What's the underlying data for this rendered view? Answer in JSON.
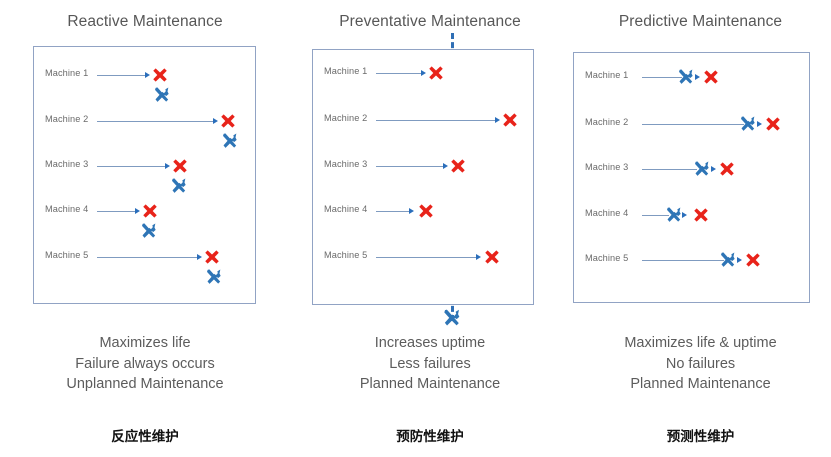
{
  "diagram": {
    "colors": {
      "failure_red": "#e8231a",
      "tool_blue": "#2e75b6",
      "line_blue": "#7f9bc0",
      "box_border": "#91a3c4",
      "title_gray": "#575757",
      "caption_gray": "#5c5c5c",
      "zh_black": "#111111",
      "background": "#ffffff"
    },
    "icons": {
      "failure": "red-x-failure-icon",
      "maintenance": "blue-crossed-tools-icon",
      "arrow": "right-arrow-head-icon",
      "threshold": "dashed-threshold-line"
    },
    "panels": [
      {
        "id": "reactive",
        "title": "Reactive Maintenance",
        "caption_lines": [
          "Maximizes life",
          "Failure always occurs",
          "Unplanned Maintenance"
        ],
        "caption_zh": "反应性维护",
        "has_threshold_line": false,
        "rows": [
          {
            "label": "Machine 1",
            "line_end_pct": 48,
            "failure_pct": 55,
            "tool_pct": 55,
            "tool_after_failure": false
          },
          {
            "label": "Machine 2",
            "line_end_pct": 83,
            "failure_pct": 88,
            "tool_pct": 88,
            "tool_after_failure": false
          },
          {
            "label": "Machine 3",
            "line_end_pct": 60,
            "failure_pct": 67,
            "tool_pct": 65,
            "tool_after_failure": false
          },
          {
            "label": "Machine 4",
            "line_end_pct": 42,
            "failure_pct": 50,
            "tool_pct": 48,
            "tool_after_failure": false
          },
          {
            "label": "Machine 5",
            "line_end_pct": 72,
            "failure_pct": 80,
            "tool_pct": 80,
            "tool_after_failure": false
          }
        ]
      },
      {
        "id": "preventative",
        "title": "Preventative Maintenance",
        "caption_lines": [
          "Increases uptime",
          "Less failures",
          "Planned Maintenance"
        ],
        "caption_zh": "预防性维护",
        "has_threshold_line": true,
        "threshold_pct": 70,
        "rows": [
          {
            "label": "Machine 1",
            "line_end_pct": 48,
            "failure_pct": 56
          },
          {
            "label": "Machine 2",
            "line_end_pct": 80,
            "failure_pct": 88
          },
          {
            "label": "Machine 3",
            "line_end_pct": 69,
            "failure_pct": 76
          },
          {
            "label": "Machine 4",
            "line_end_pct": 38,
            "failure_pct": 46
          },
          {
            "label": "Machine 5",
            "line_end_pct": 72,
            "failure_pct": 80
          }
        ]
      },
      {
        "id": "predictive",
        "title": "Predictive Maintenance",
        "caption_lines": [
          "Maximizes life & uptime",
          "No failures",
          "Planned Maintenance"
        ],
        "caption_zh": "预测性维护",
        "has_threshold_line": false,
        "rows": [
          {
            "label": "Machine 1",
            "line_end_pct": 47,
            "tool_pct": 50,
            "failure_pct": 63,
            "tool_after_failure": true
          },
          {
            "label": "Machine 2",
            "line_end_pct": 76,
            "tool_pct": 79,
            "failure_pct": 91,
            "tool_after_failure": true
          },
          {
            "label": "Machine 3",
            "line_end_pct": 54,
            "tool_pct": 57,
            "failure_pct": 70,
            "tool_after_failure": true
          },
          {
            "label": "Machine 4",
            "line_end_pct": 33,
            "tool_pct": 36,
            "failure_pct": 49,
            "tool_after_failure": true
          },
          {
            "label": "Machine 5",
            "line_end_pct": 65,
            "tool_pct": 68,
            "failure_pct": 81,
            "tool_after_failure": true
          }
        ]
      }
    ]
  }
}
